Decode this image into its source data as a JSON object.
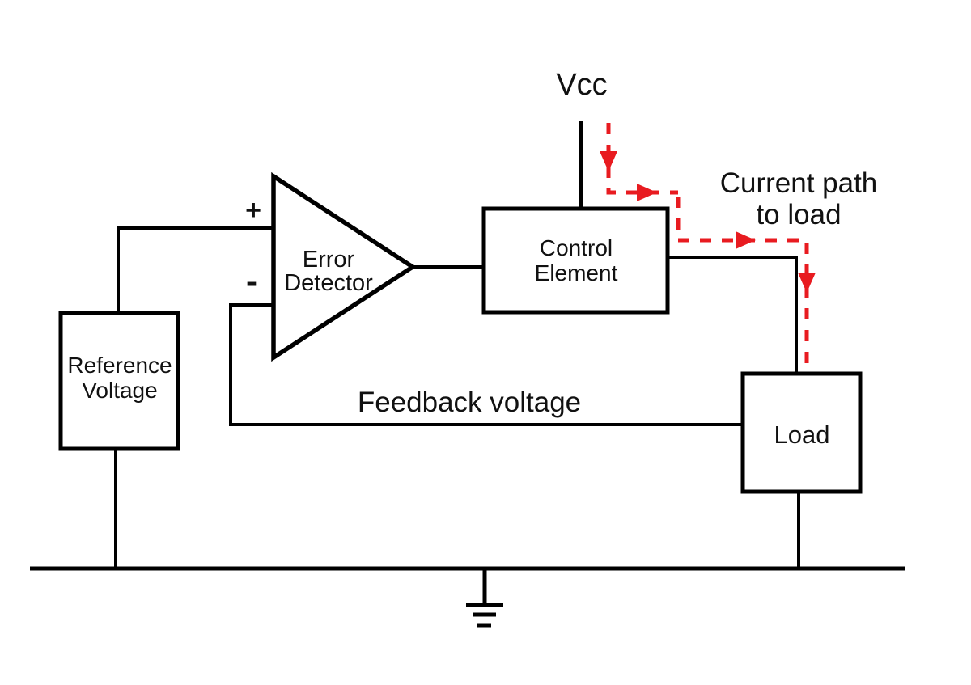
{
  "diagram": {
    "labels": {
      "vcc": "Vcc",
      "current_path_line1": "Current path",
      "current_path_line2": "to load",
      "error_detector_line1": "Error",
      "error_detector_line2": "Detector",
      "control_element_line1": "Control",
      "control_element_line2": "Element",
      "reference_voltage_line1": "Reference",
      "reference_voltage_line2": "Voltage",
      "load": "Load",
      "feedback_voltage": "Feedback voltage",
      "plus_input": "+",
      "minus_input": "-"
    },
    "colors": {
      "line": "#000000",
      "text": "#111111",
      "current_path": "#e81b20",
      "block_fill": "#ffffff",
      "background": "#ffffff"
    }
  }
}
